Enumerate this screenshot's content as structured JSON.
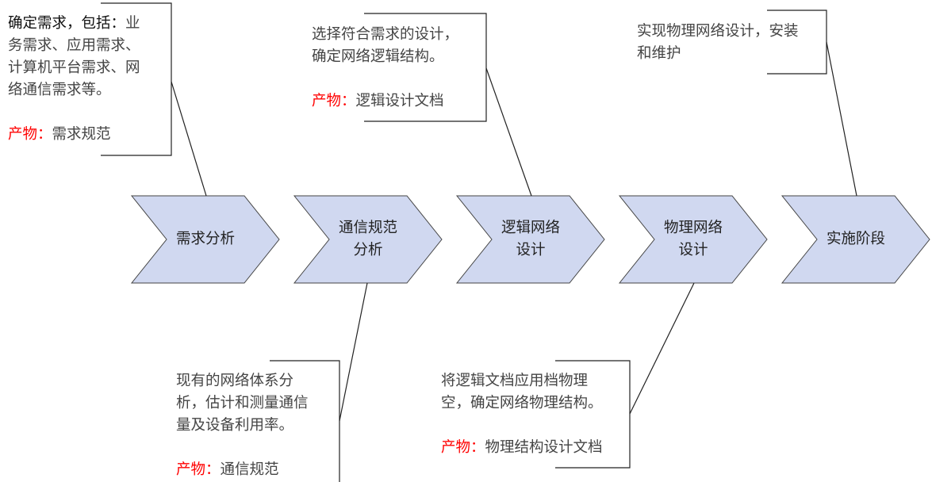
{
  "stages": [
    {
      "label_lines": [
        "需求分析"
      ]
    },
    {
      "label_lines": [
        "通信规范",
        "分析"
      ]
    },
    {
      "label_lines": [
        "逻辑网络",
        "设计"
      ]
    },
    {
      "label_lines": [
        "物理网络",
        "设计"
      ]
    },
    {
      "label_lines": [
        "实施阶段"
      ]
    }
  ],
  "notes": {
    "requirements": {
      "lead": "确定需求，包括：",
      "lines": [
        "业",
        "务需求、应用需求、",
        "计算机平台需求、网",
        "络通信需求等。"
      ],
      "product_label": "产物：",
      "product": "需求规范"
    },
    "logical": {
      "lines": [
        "选择符合需求的设计，",
        "确定网络逻辑结构。"
      ],
      "product_label": "产物：",
      "product": "逻辑设计文档"
    },
    "implementation": {
      "lines": [
        "实现物理网络设计，安装",
        "和维护"
      ]
    },
    "communication": {
      "lines": [
        "现有的网络体系分",
        "析，估计和测量通信",
        "量及设备利用率。"
      ],
      "product_label": "产物：",
      "product": "通信规范"
    },
    "physical": {
      "lines": [
        "将逻辑文档应用档物理",
        "空，确定网络物理结构。"
      ],
      "product_label": "产物：",
      "product": "物理结构设计文档"
    }
  },
  "colors": {
    "stage_fill": "#d0d8f0",
    "stage_stroke": "#333333",
    "product_label": "#ff0000"
  }
}
